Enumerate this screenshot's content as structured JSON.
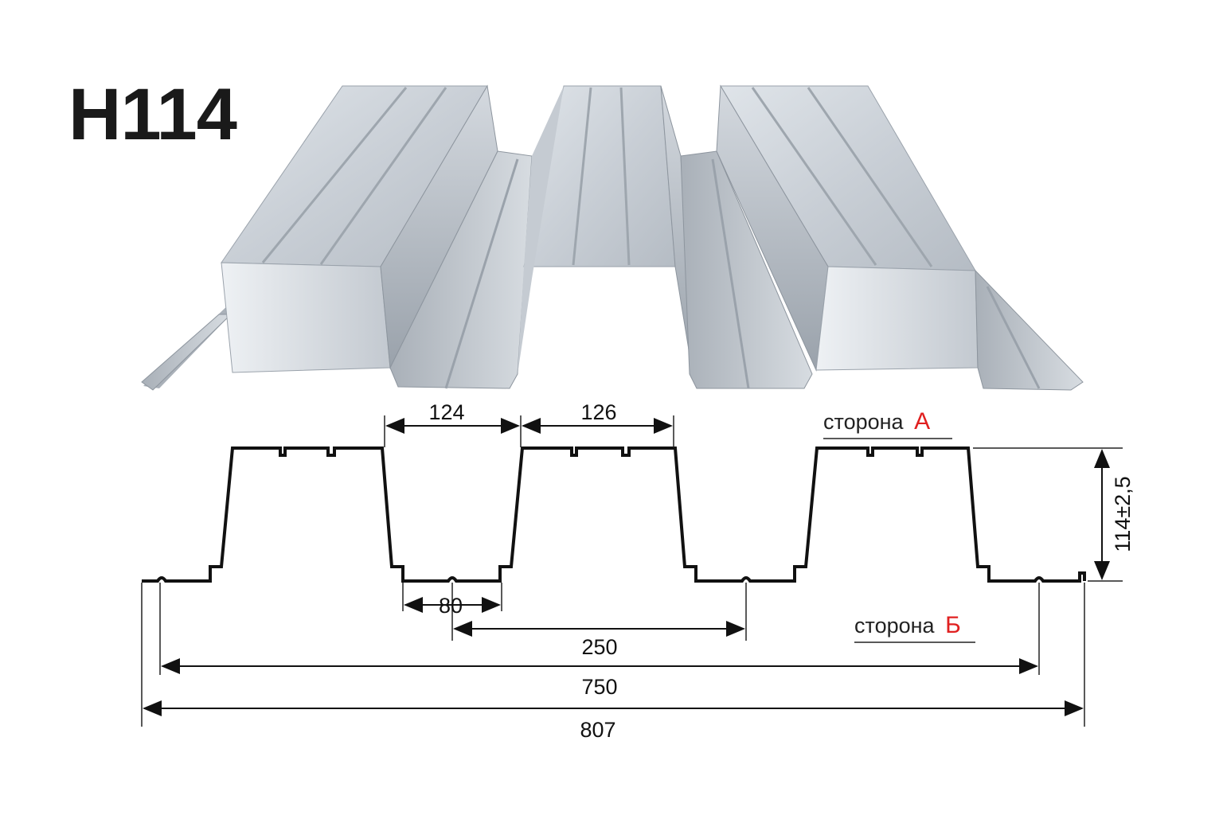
{
  "title": "H114",
  "dimensions": {
    "top_rib_left": "124",
    "top_rib_right": "126",
    "bottom_flat": "80",
    "pitch": "250",
    "useful_width": "750",
    "total_width": "807",
    "height": "114±2,5"
  },
  "sides": {
    "a_word": "сторона",
    "a_letter": "А",
    "b_word": "сторона",
    "b_letter": "Б"
  },
  "colors": {
    "profile_line": "#111111",
    "accent_letter": "#e02020",
    "metal_light": "#e4e8ec",
    "metal_mid": "#b9c0c8",
    "metal_dark": "#8a939d"
  }
}
